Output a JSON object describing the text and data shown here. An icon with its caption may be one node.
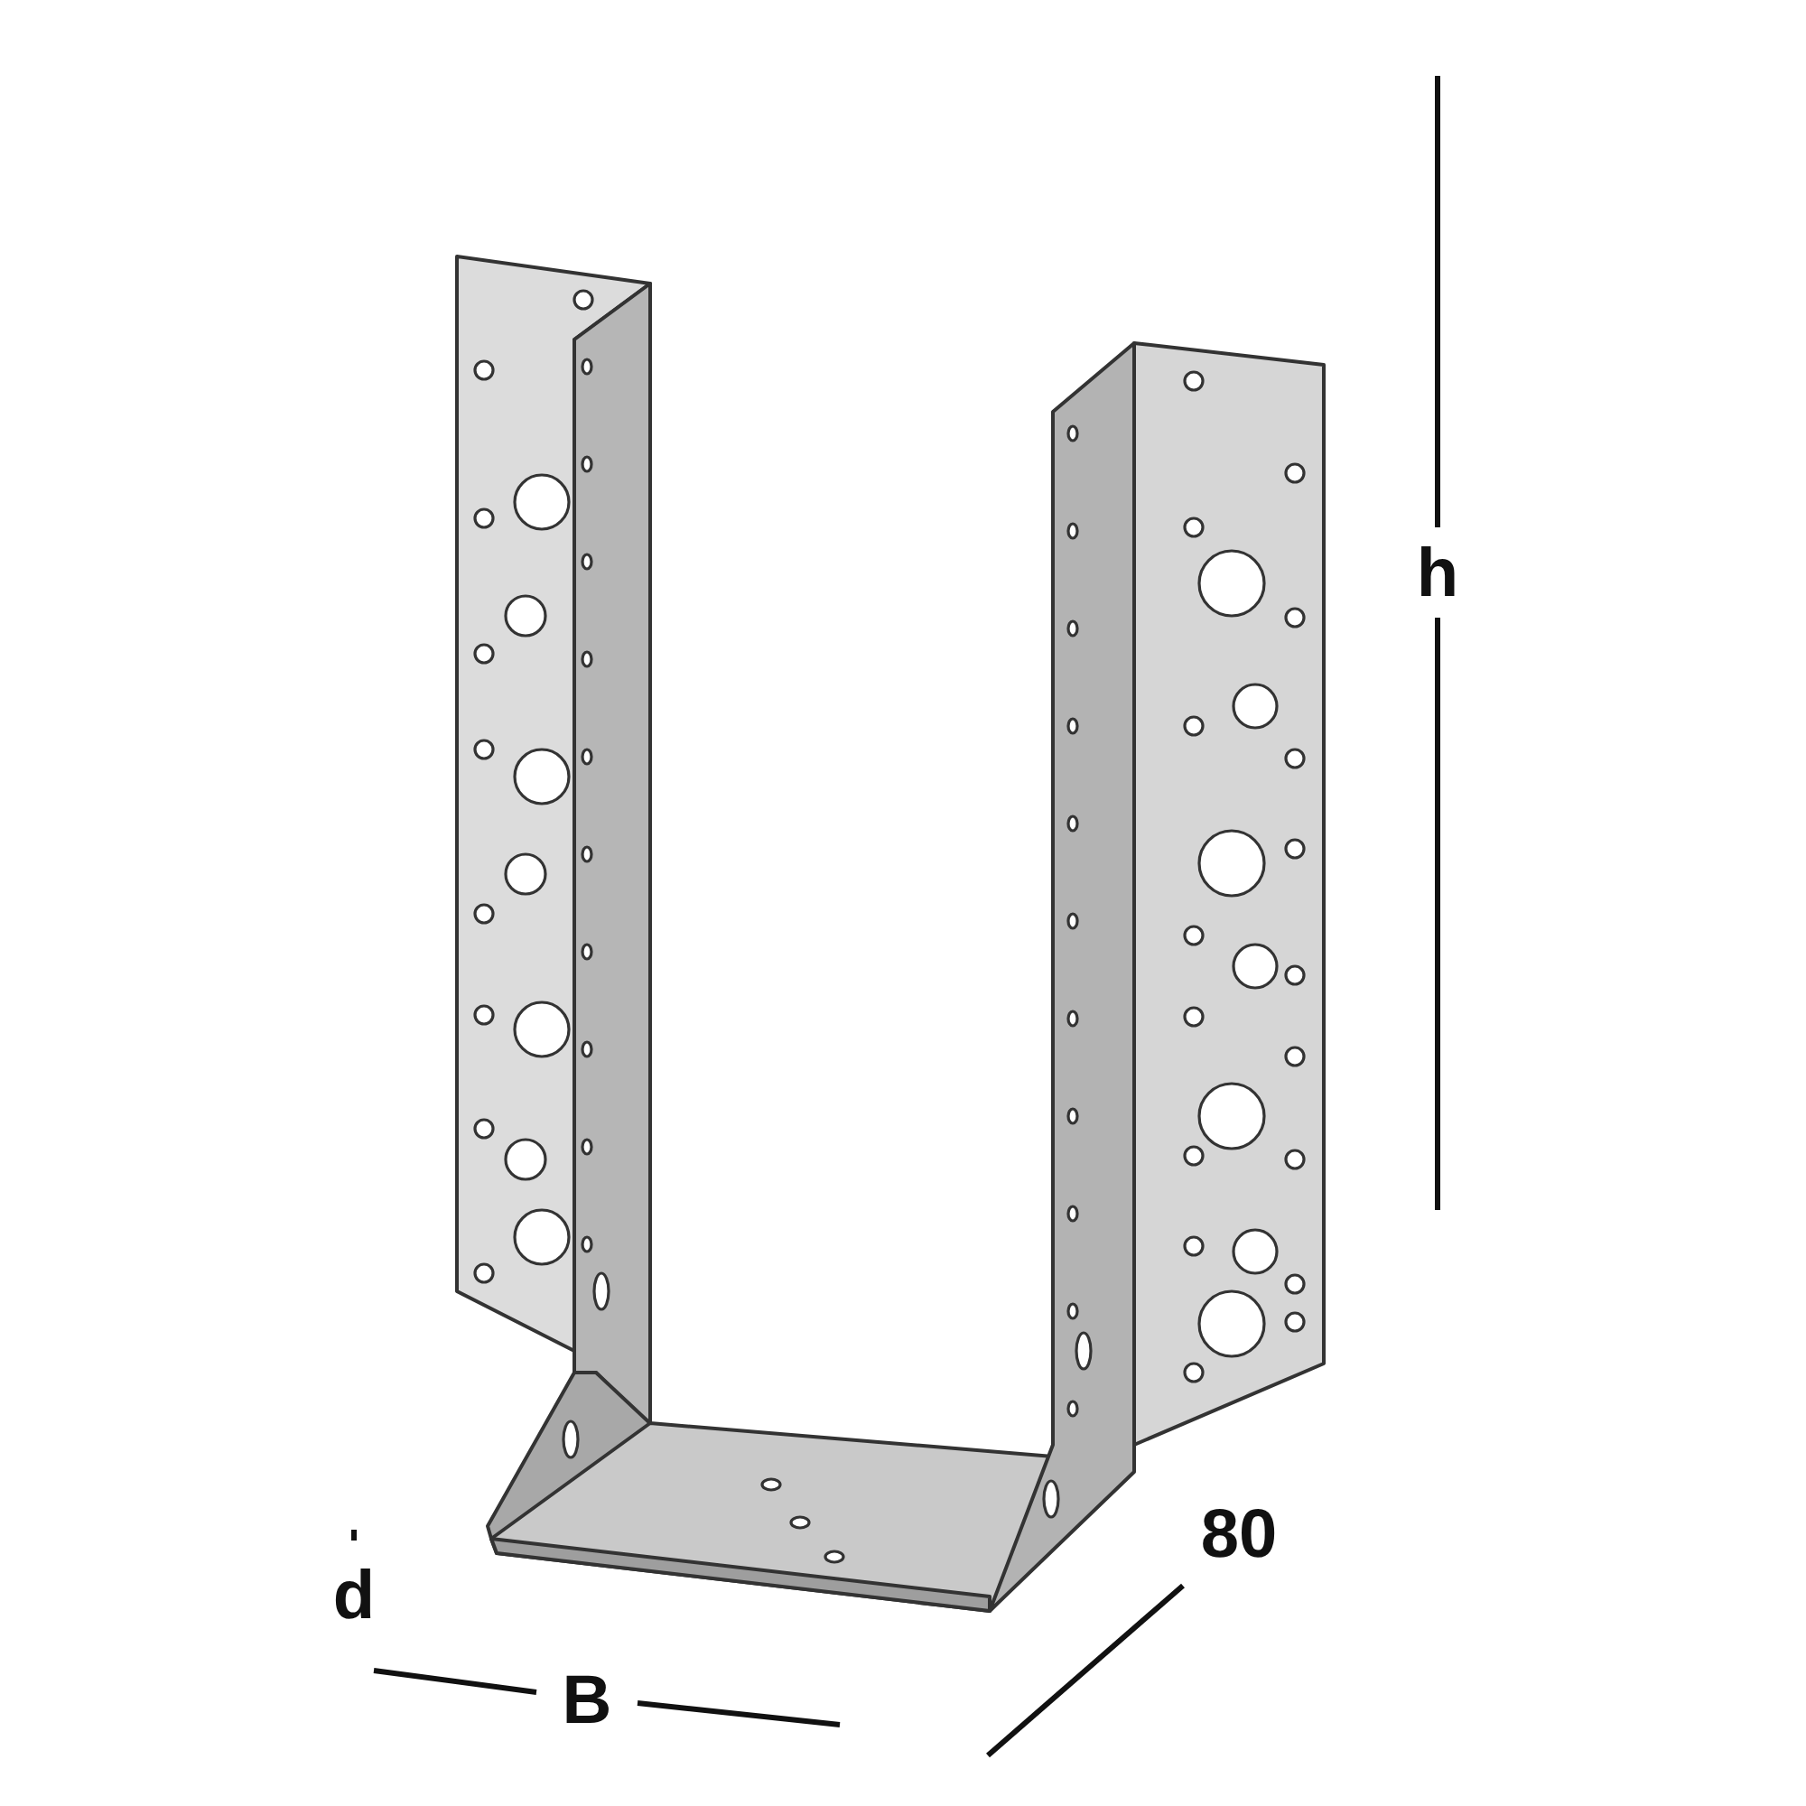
{
  "diagram": {
    "labels": [
      "h",
      "80",
      "d",
      "B"
    ]
  }
}
